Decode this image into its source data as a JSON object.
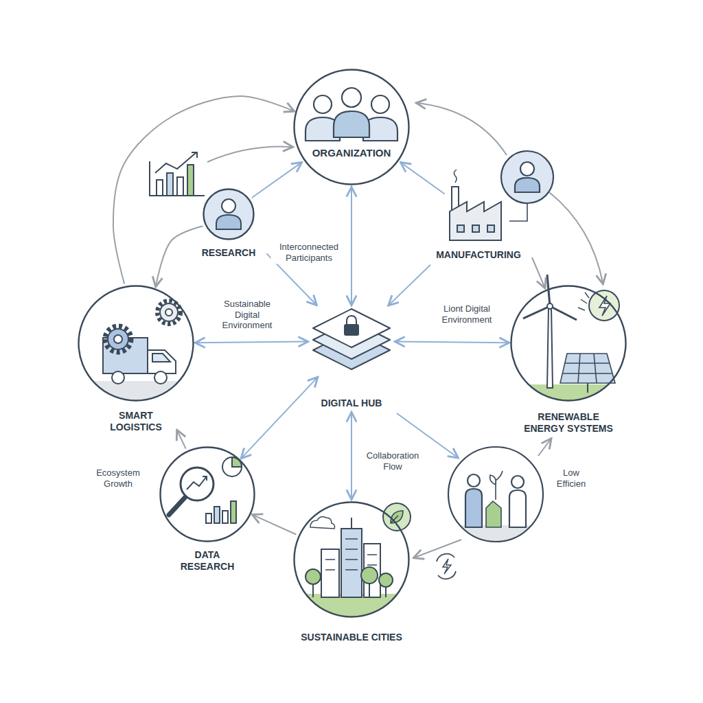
{
  "diagram": {
    "nodes": [
      {
        "text": [
          "ORGANIZATION"
        ]
      },
      {
        "text": [
          "RESEARCH"
        ]
      },
      {
        "text": [
          "MANUFACTURING"
        ]
      },
      {
        "text": [
          "DIGITAL HUB"
        ]
      },
      {
        "text": [
          "SMART LOGISTICS"
        ]
      },
      {
        "text": [
          "RENEWABLE ENERGY SYSTEMS"
        ]
      },
      {
        "text": [
          "DATA RESEARCH"
        ]
      },
      {
        "text": [
          "SUSTAINABLE CITIES"
        ]
      }
    ],
    "edges": [
      {
        "from": 1,
        "to": 0,
        "arrow": "to"
      },
      {
        "from": 1,
        "to": 3,
        "arrow": "to"
      },
      {
        "from": 0,
        "to": 3,
        "arrow": "both"
      },
      {
        "from": 2,
        "to": 0,
        "arrow": "to"
      },
      {
        "from": 2,
        "to": 3,
        "arrow": "to"
      },
      {
        "from": 4,
        "to": 3,
        "arrow": "both"
      },
      {
        "from": 3,
        "to": 5,
        "arrow": "both"
      },
      {
        "from": 3,
        "to": 6,
        "arrow": "both"
      },
      {
        "from": 3,
        "to": 7,
        "arrow": "both"
      },
      {
        "from": 1,
        "to": 4,
        "arrow": "to"
      },
      {
        "from": 4,
        "to": 0,
        "arrow": "to"
      },
      {
        "from": 2,
        "to": 5,
        "arrow": "to"
      },
      {
        "from": 7,
        "to": 6,
        "arrow": "to"
      },
      {
        "from": 6,
        "to": 4,
        "arrow": "to"
      }
    ],
    "labels": [
      "Interconnected Participants",
      "Sustainable Digital Environment",
      "Liont Digital Environment",
      "Collaboration Flow",
      "Ecosystem Growth",
      "Low Efficien"
    ]
  }
}
